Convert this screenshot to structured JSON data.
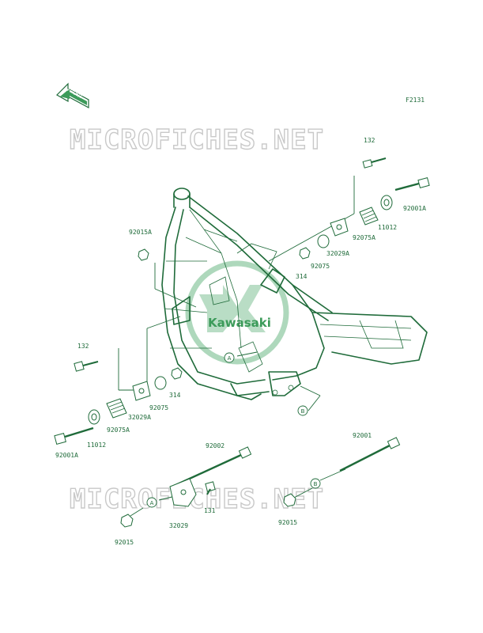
{
  "figure_code": "F2131",
  "front_label": "FRONT",
  "watermark": "MICROFICHES.NET",
  "logo": "Kawasaki",
  "callouts": {
    "a": "A",
    "b": "B"
  },
  "parts": {
    "p132_top": "132",
    "p92001A_right": "92001A",
    "p11012_right": "11012",
    "p92075A_right": "92075A",
    "p32029A_right": "32029A",
    "p92075_right": "92075",
    "p314_right": "314",
    "p92015A": "92015A",
    "p132_left": "132",
    "p314_left": "314",
    "p92075_left": "92075",
    "p32029A_left": "32029A",
    "p92075A_left": "92075A",
    "p11012_left": "11012",
    "p92001A_left": "92001A",
    "p92002": "92002",
    "p92001": "92001",
    "p131": "131",
    "p32029": "32029",
    "p92015_left": "92015",
    "p92015_right": "92015"
  }
}
